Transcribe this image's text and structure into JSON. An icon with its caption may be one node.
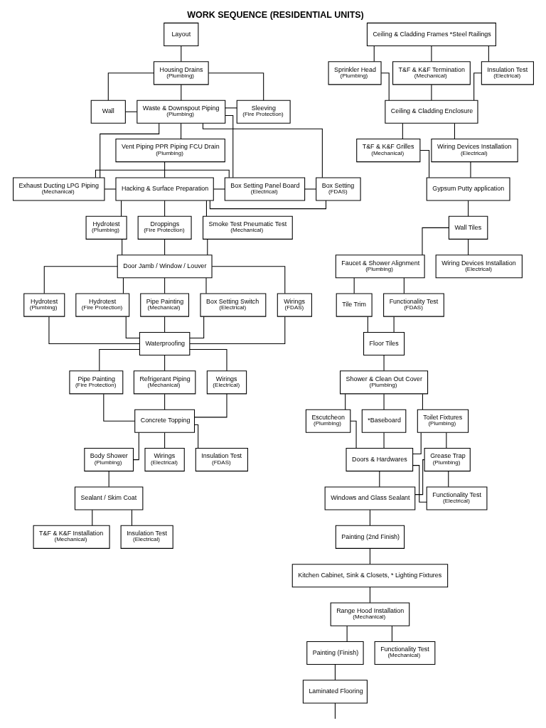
{
  "diagram": {
    "title": "WORK SEQUENCE (RESIDENTIAL UNITS)",
    "nodes": [
      {
        "text": [
          "Layout"
        ]
      },
      {
        "text": [
          "Housing Drains",
          "(Plumbing)"
        ]
      },
      {
        "text": [
          "Wall"
        ]
      },
      {
        "text": [
          "Waste & Downspout Piping",
          "(Plumbing)"
        ]
      },
      {
        "text": [
          "Sleeving",
          "(Fire Protection)"
        ]
      },
      {
        "text": [
          "Vent Piping PPR Piping FCU Drain",
          "(Plumbing)"
        ]
      },
      {
        "text": [
          "Exhaust Ducting LPG Piping",
          "(Mechanical)"
        ]
      },
      {
        "text": [
          "Box Setting Panel Board",
          "(Electrical)"
        ]
      },
      {
        "text": [
          "Box Setting",
          "(FDAS)"
        ]
      },
      {
        "text": [
          "Hacking & Surface Preparation"
        ]
      },
      {
        "text": [
          "Hydrotest",
          "(Plumbing)"
        ]
      },
      {
        "text": [
          "Droppings",
          "(Fire Protection)"
        ]
      },
      {
        "text": [
          "Smoke Test Pneumatic Test",
          "(Mechanical)"
        ]
      },
      {
        "text": [
          "Door Jamb / Window / Louver"
        ]
      },
      {
        "text": [
          "Hydrotest",
          "(Plumbing)"
        ]
      },
      {
        "text": [
          "Hydrotest",
          "(Fire Protection)"
        ]
      },
      {
        "text": [
          "Pipe Painting",
          "(Mechanical)"
        ]
      },
      {
        "text": [
          "Box Setting Switch",
          "(Electrical)"
        ]
      },
      {
        "text": [
          "Wirings",
          "(FDAS)"
        ]
      },
      {
        "text": [
          "Waterproofing"
        ]
      },
      {
        "text": [
          "Pipe Painting",
          "(Fire Protection)"
        ]
      },
      {
        "text": [
          "Refrigerant Piping",
          "(Mechanical)"
        ]
      },
      {
        "text": [
          "Wirings",
          "(Electrical)"
        ]
      },
      {
        "text": [
          "Concrete Topping"
        ]
      },
      {
        "text": [
          "Body Shower",
          "(Plumbing)"
        ]
      },
      {
        "text": [
          "Wirings",
          "(Electrical)"
        ]
      },
      {
        "text": [
          "Insulation Test",
          "(FDAS)"
        ]
      },
      {
        "text": [
          "Sealant / Skim Coat"
        ]
      },
      {
        "text": [
          "T&F & K&F Installation",
          "(Mechanical)"
        ]
      },
      {
        "text": [
          "Insulation Test",
          "(Electrical)"
        ]
      },
      {
        "text": [
          "Ceiling & Cladding Frames *Steel Railings"
        ]
      },
      {
        "text": [
          "Sprinkler Head",
          "(Plumbing)"
        ]
      },
      {
        "text": [
          "T&F & K&F Termination",
          "(Mechanical)"
        ]
      },
      {
        "text": [
          "Insulation Test",
          "(Electrical)"
        ]
      },
      {
        "text": [
          "Ceiling & Cladding Enclosure"
        ]
      },
      {
        "text": [
          "T&F & K&F Grilles",
          "(Mechanical)"
        ]
      },
      {
        "text": [
          "Wiring Devices Installation",
          "(Electrical)"
        ]
      },
      {
        "text": [
          "Gypsum Putty application"
        ]
      },
      {
        "text": [
          "Wall Tiles"
        ]
      },
      {
        "text": [
          "Faucet & Shower Alignment",
          "(Plumbing)"
        ]
      },
      {
        "text": [
          "Wiring Devices Installation",
          "(Electrical)"
        ]
      },
      {
        "text": [
          "Tile Trim"
        ]
      },
      {
        "text": [
          "Functionality Test",
          "(FDAS)"
        ]
      },
      {
        "text": [
          "Floor Tiles"
        ]
      },
      {
        "text": [
          "Shower & Clean Out Cover",
          "(Plumbing)"
        ]
      },
      {
        "text": [
          "*Baseboard"
        ]
      },
      {
        "text": [
          "Toilet Fixtures",
          "(Plumbing)"
        ]
      },
      {
        "text": [
          "Escutcheon",
          "(Plumbing)"
        ]
      },
      {
        "text": [
          "Doors & Hardwares"
        ]
      },
      {
        "text": [
          "Grease Trap",
          "(Plumbing)"
        ]
      },
      {
        "text": [
          "Windows and Glass Sealant"
        ]
      },
      {
        "text": [
          "Functionality Test",
          "(Electrical)"
        ]
      },
      {
        "text": [
          "Painting (2nd Finish)"
        ]
      },
      {
        "text": [
          "Kitchen Cabinet, Sink & Closets, * Lighting Fixtures"
        ]
      },
      {
        "text": [
          "Range Hood Installation",
          "(Mechanical)"
        ]
      },
      {
        "text": [
          "Painting (Finish)"
        ]
      },
      {
        "text": [
          "Functionality Test",
          "(Mechanical)"
        ]
      },
      {
        "text": [
          "Laminated Flooring"
        ]
      }
    ],
    "edges": [
      {
        "from": 0,
        "to": 1,
        "arrow": "none"
      },
      {
        "from": 1,
        "to": 2,
        "arrow": "none"
      },
      {
        "from": 1,
        "to": 3,
        "arrow": "none"
      },
      {
        "from": 1,
        "to": 4,
        "arrow": "none"
      },
      {
        "from": 2,
        "to": 3,
        "arrow": "none"
      },
      {
        "from": 3,
        "to": 4,
        "arrow": "none"
      },
      {
        "from": 3,
        "to": 5,
        "arrow": "none"
      },
      {
        "from": 3,
        "to": 6,
        "arrow": "none"
      },
      {
        "from": 3,
        "to": 7,
        "arrow": "none"
      },
      {
        "from": 3,
        "to": 8,
        "arrow": "none"
      },
      {
        "from": 6,
        "to": 7,
        "arrow": "none"
      },
      {
        "from": 7,
        "to": 8,
        "arrow": "none"
      },
      {
        "from": 5,
        "to": 9,
        "arrow": "none"
      },
      {
        "from": 6,
        "to": 9,
        "arrow": "none"
      },
      {
        "from": 7,
        "to": 9,
        "arrow": "none"
      },
      {
        "from": 8,
        "to": 9,
        "arrow": "none"
      },
      {
        "from": 9,
        "to": 10,
        "arrow": "none"
      },
      {
        "from": 9,
        "to": 11,
        "arrow": "none"
      },
      {
        "from": 9,
        "to": 12,
        "arrow": "none"
      },
      {
        "from": 10,
        "to": 13,
        "arrow": "none"
      },
      {
        "from": 11,
        "to": 13,
        "arrow": "none"
      },
      {
        "from": 12,
        "to": 13,
        "arrow": "none"
      },
      {
        "from": 13,
        "to": 14,
        "arrow": "none"
      },
      {
        "from": 13,
        "to": 15,
        "arrow": "none"
      },
      {
        "from": 13,
        "to": 16,
        "arrow": "none"
      },
      {
        "from": 13,
        "to": 17,
        "arrow": "none"
      },
      {
        "from": 13,
        "to": 18,
        "arrow": "none"
      },
      {
        "from": 14,
        "to": 19,
        "arrow": "none"
      },
      {
        "from": 15,
        "to": 19,
        "arrow": "none"
      },
      {
        "from": 16,
        "to": 19,
        "arrow": "none"
      },
      {
        "from": 17,
        "to": 19,
        "arrow": "none"
      },
      {
        "from": 18,
        "to": 19,
        "arrow": "none"
      },
      {
        "from": 19,
        "to": 20,
        "arrow": "none"
      },
      {
        "from": 19,
        "to": 21,
        "arrow": "none"
      },
      {
        "from": 19,
        "to": 22,
        "arrow": "none"
      },
      {
        "from": 20,
        "to": 23,
        "arrow": "none"
      },
      {
        "from": 21,
        "to": 23,
        "arrow": "none"
      },
      {
        "from": 22,
        "to": 23,
        "arrow": "none"
      },
      {
        "from": 23,
        "to": 24,
        "arrow": "none"
      },
      {
        "from": 23,
        "to": 25,
        "arrow": "none"
      },
      {
        "from": 23,
        "to": 26,
        "arrow": "none"
      },
      {
        "from": 24,
        "to": 27,
        "arrow": "none"
      },
      {
        "from": 27,
        "to": 28,
        "arrow": "none"
      },
      {
        "from": 27,
        "to": 29,
        "arrow": "none"
      },
      {
        "from": 30,
        "to": 31,
        "arrow": "none"
      },
      {
        "from": 30,
        "to": 32,
        "arrow": "none"
      },
      {
        "from": 30,
        "to": 33,
        "arrow": "none"
      },
      {
        "from": 31,
        "to": 34,
        "arrow": "none"
      },
      {
        "from": 32,
        "to": 34,
        "arrow": "none"
      },
      {
        "from": 33,
        "to": 34,
        "arrow": "none"
      },
      {
        "from": 34,
        "to": 35,
        "arrow": "none"
      },
      {
        "from": 34,
        "to": 36,
        "arrow": "none"
      },
      {
        "from": 35,
        "to": 37,
        "arrow": "none"
      },
      {
        "from": 36,
        "to": 37,
        "arrow": "none"
      },
      {
        "from": 37,
        "to": 38,
        "arrow": "none"
      },
      {
        "from": 38,
        "to": 39,
        "arrow": "none"
      },
      {
        "from": 38,
        "to": 40,
        "arrow": "none"
      },
      {
        "from": 39,
        "to": 41,
        "arrow": "none"
      },
      {
        "from": 39,
        "to": 42,
        "arrow": "none"
      },
      {
        "from": 41,
        "to": 43,
        "arrow": "none"
      },
      {
        "from": 42,
        "to": 43,
        "arrow": "none"
      },
      {
        "from": 43,
        "to": 44,
        "arrow": "none"
      },
      {
        "from": 44,
        "to": 45,
        "arrow": "none"
      },
      {
        "from": 44,
        "to": 46,
        "arrow": "none"
      },
      {
        "from": 44,
        "to": 47,
        "arrow": "none"
      },
      {
        "from": 45,
        "to": 48,
        "arrow": "none"
      },
      {
        "from": 46,
        "to": 48,
        "arrow": "none"
      },
      {
        "from": 47,
        "to": 48,
        "arrow": "none"
      },
      {
        "from": 46,
        "to": 49,
        "arrow": "none"
      },
      {
        "from": 48,
        "to": 50,
        "arrow": "none"
      },
      {
        "from": 48,
        "to": 51,
        "arrow": "none"
      },
      {
        "from": 49,
        "to": 50,
        "arrow": "none"
      },
      {
        "from": 49,
        "to": 51,
        "arrow": "none"
      },
      {
        "from": 50,
        "to": 52,
        "arrow": "none"
      },
      {
        "from": 52,
        "to": 53,
        "arrow": "none"
      },
      {
        "from": 53,
        "to": 54,
        "arrow": "none"
      },
      {
        "from": 54,
        "to": 55,
        "arrow": "none"
      },
      {
        "from": 54,
        "to": 56,
        "arrow": "none"
      },
      {
        "from": 55,
        "to": 57,
        "arrow": "none"
      },
      {
        "from": 57,
        "to": null,
        "arrow": "none"
      }
    ]
  }
}
